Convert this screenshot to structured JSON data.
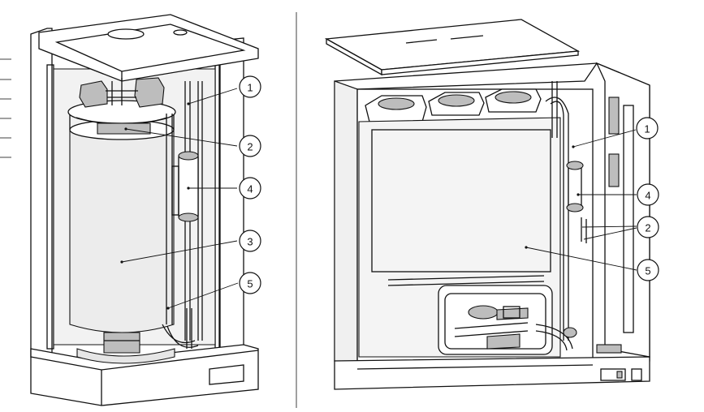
{
  "left_view": {
    "callouts": [
      {
        "label": "1"
      },
      {
        "label": "2"
      },
      {
        "label": "4"
      },
      {
        "label": "3"
      },
      {
        "label": "5"
      }
    ]
  },
  "right_view": {
    "callouts": [
      {
        "label": "1"
      },
      {
        "label": "4"
      },
      {
        "label": "2"
      },
      {
        "label": "5"
      }
    ]
  },
  "colors": {
    "line": "#111111",
    "panel_fill": "#e6e6e6",
    "shade": "#bdbdbd",
    "background": "#ffffff"
  }
}
